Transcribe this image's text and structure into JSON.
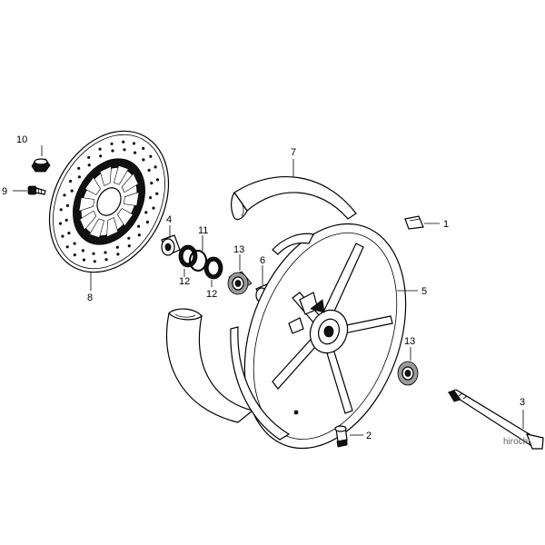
{
  "diagram": {
    "callouts": [
      {
        "id": "c1",
        "text": "1"
      },
      {
        "id": "c2",
        "text": "2"
      },
      {
        "id": "c3",
        "text": "3"
      },
      {
        "id": "c4",
        "text": "4"
      },
      {
        "id": "c5",
        "text": "5"
      },
      {
        "id": "c6",
        "text": "6"
      },
      {
        "id": "c7",
        "text": "7"
      },
      {
        "id": "c8",
        "text": "8"
      },
      {
        "id": "c9",
        "text": "9"
      },
      {
        "id": "c10",
        "text": "10"
      },
      {
        "id": "c11",
        "text": "11"
      },
      {
        "id": "c12a",
        "text": "12"
      },
      {
        "id": "c12b",
        "text": "12"
      },
      {
        "id": "c13a",
        "text": "13"
      },
      {
        "id": "c13b",
        "text": "13"
      }
    ],
    "watermark": "hirochi"
  },
  "colors": {
    "line": "#000000",
    "fill_dark": "#111111",
    "fill_grey": "#9a9a9a",
    "watermark": "#666666"
  }
}
